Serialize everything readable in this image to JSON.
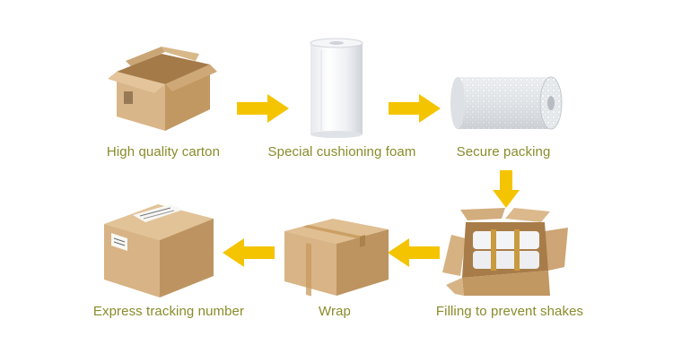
{
  "steps": [
    {
      "id": "carton",
      "label": "High quality carton",
      "icon": "cardboard-box-open-icon"
    },
    {
      "id": "foam",
      "label": "Special cushioning foam",
      "icon": "foam-roll-icon"
    },
    {
      "id": "secure",
      "label": "Secure packing",
      "icon": "bubble-wrap-roll-icon"
    },
    {
      "id": "filling",
      "label": "Filling to prevent shakes",
      "icon": "box-with-rolls-icon"
    },
    {
      "id": "wrap",
      "label": "Wrap",
      "icon": "taped-box-icon"
    },
    {
      "id": "tracking",
      "label": "Express tracking number",
      "icon": "labeled-box-icon"
    }
  ],
  "flow": [
    "carton",
    "foam",
    "secure",
    "filling",
    "wrap",
    "tracking"
  ],
  "colors": {
    "label_text": "#8a8b2a",
    "arrow": "#f5c400",
    "carton_light": "#d9b58a",
    "carton_dark": "#b98f5f",
    "tape": "#c89a5c"
  }
}
